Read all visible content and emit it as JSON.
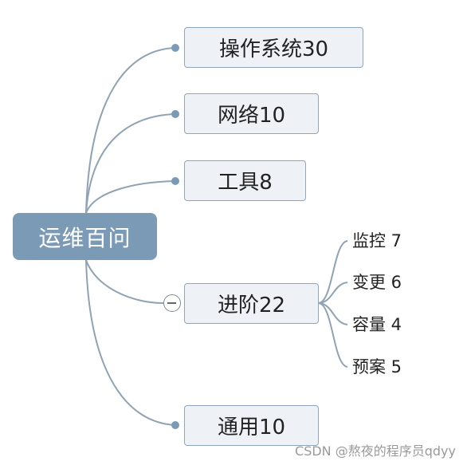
{
  "root": {
    "label": "运维百问"
  },
  "branches": [
    {
      "label": "操作系统30"
    },
    {
      "label": "网络10"
    },
    {
      "label": "工具8"
    },
    {
      "label": "进阶22"
    },
    {
      "label": "通用10"
    }
  ],
  "sub_items": [
    {
      "label": "监控 7"
    },
    {
      "label": "变更 6"
    },
    {
      "label": "容量 4"
    },
    {
      "label": "预案 5"
    }
  ],
  "watermark": "CSDN @熬夜的程序员qdyy",
  "colors": {
    "root_fill": "#7b9ab5",
    "node_fill": "#eef2f7",
    "node_border": "#8fa6bd",
    "connector": "#8fa3b5"
  },
  "icons": {
    "collapse": "minus-circle-icon"
  }
}
